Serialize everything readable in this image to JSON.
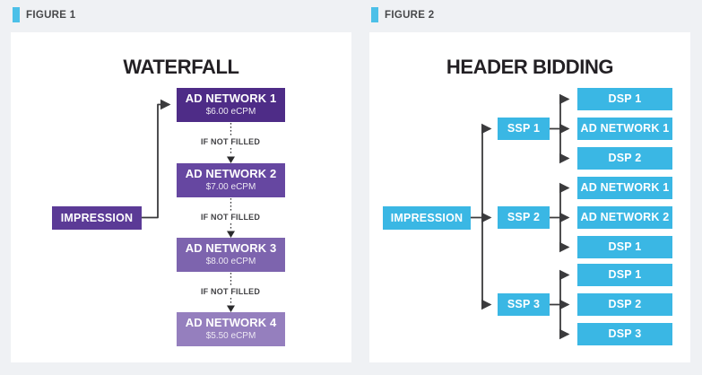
{
  "colors": {
    "background": "#eff1f4",
    "panel": "#ffffff",
    "blue": "#3ab7e4",
    "tag_marker_blue": "#4cc0e8",
    "line": "#3b3b3d",
    "title_text": "#232024",
    "impression_purple": "#5b3a96"
  },
  "figure1": {
    "tag": "FIGURE 1",
    "title": "WATERFALL",
    "impression": {
      "label": "IMPRESSION",
      "color": "#5b3a96"
    },
    "connector_label": "IF NOT FILLED",
    "nodes": [
      {
        "label": "AD NETWORK 1",
        "sublabel": "$6.00 eCPM",
        "color": "#4e2c87"
      },
      {
        "label": "AD NETWORK 2",
        "sublabel": "$7.00 eCPM",
        "color": "#6647a1"
      },
      {
        "label": "AD NETWORK 3",
        "sublabel": "$8.00 eCPM",
        "color": "#7d64ae"
      },
      {
        "label": "AD NETWORK 4",
        "sublabel": "$5.50 eCPM",
        "color": "#957fbe"
      }
    ]
  },
  "figure2": {
    "tag": "FIGURE 2",
    "title": "HEADER BIDDING",
    "impression": {
      "label": "IMPRESSION"
    },
    "ssps": [
      {
        "label": "SSP 1"
      },
      {
        "label": "SSP 2"
      },
      {
        "label": "SSP 3"
      }
    ],
    "groups": [
      [
        "DSP 1",
        "AD NETWORK 1",
        "DSP 2"
      ],
      [
        "AD NETWORK 1",
        "AD NETWORK 2",
        "DSP 1"
      ],
      [
        "DSP 1",
        "DSP 2",
        "DSP 3"
      ]
    ]
  }
}
